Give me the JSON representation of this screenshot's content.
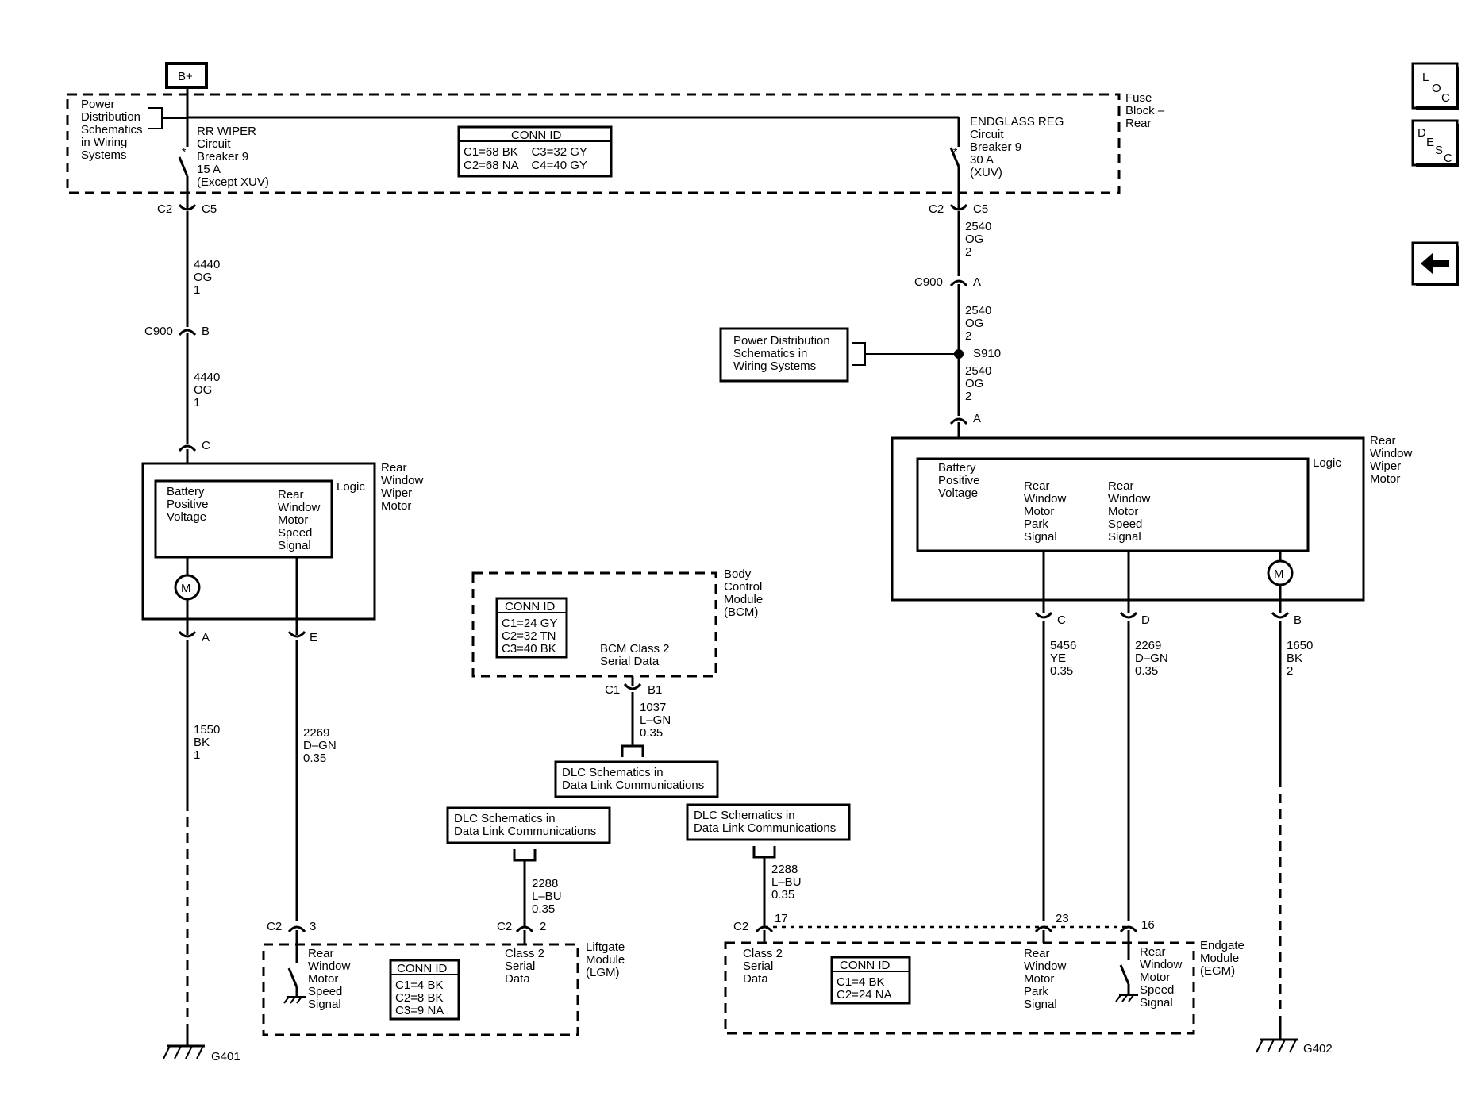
{
  "nav": {
    "loc": [
      "L",
      "O",
      "C"
    ],
    "desc": [
      "D",
      "E",
      "S",
      "C"
    ],
    "back_icon": "left-arrow-icon"
  },
  "supply": "B+",
  "fuse_block": {
    "label": [
      "Fuse",
      "Block –",
      "Rear"
    ],
    "power_dist_ref": [
      "Power",
      "Distribution",
      "Schematics",
      "in Wiring",
      "Systems"
    ],
    "conn_id": {
      "title": "CONN ID",
      "rows": [
        "C1=68 BK    C3=32 GY",
        "C2=68 NA    C4=40 GY"
      ]
    },
    "breaker_left": [
      "RR WIPER",
      "Circuit",
      "Breaker 9",
      "15 A",
      "(Except XUV)"
    ],
    "breaker_right": [
      "ENDGLASS REG",
      "Circuit",
      "Breaker 9",
      "30 A",
      "(XUV)"
    ]
  },
  "left_branch": {
    "c2": "C2",
    "c5": "C5",
    "wire_4440_a": [
      "4440",
      "OG",
      "1"
    ],
    "c900": "C900",
    "pin_b": "B",
    "wire_4440_b": [
      "4440",
      "OG",
      "1"
    ],
    "pin_c": "C",
    "motor_label": [
      "Rear",
      "Window",
      "Wiper",
      "Motor"
    ],
    "logic": "Logic",
    "battery": [
      "Battery",
      "Positive",
      "Voltage"
    ],
    "speed": [
      "Rear",
      "Window",
      "Motor",
      "Speed",
      "Signal"
    ],
    "motor_symbol": "M",
    "pin_a": "A",
    "pin_e": "E",
    "wire_1550": [
      "1550",
      "BK",
      "1"
    ],
    "wire_2269": [
      "2269",
      "D–GN",
      "0.35"
    ],
    "ground": "G401"
  },
  "bcm": {
    "label": [
      "Body",
      "Control",
      "Module",
      "(BCM)"
    ],
    "conn_id": {
      "title": "CONN ID",
      "rows": [
        "C1=24 GY",
        "C2=32 TN",
        "C3=40 BK"
      ]
    },
    "serial": [
      "BCM Class 2",
      "Serial Data"
    ],
    "c1": "C1",
    "b1": "B1",
    "wire_1037": [
      "1037",
      "L–GN",
      "0.35"
    ],
    "dlc_top": [
      "DLC Schematics in",
      "Data Link Communications"
    ]
  },
  "lgm": {
    "dlc": [
      "DLC Schematics in",
      "Data Link Communications"
    ],
    "wire_2288": [
      "2288",
      "L–BU",
      "0.35"
    ],
    "c2": "C2",
    "pin_3": "3",
    "pin_2": "2",
    "speed": [
      "Rear",
      "Window",
      "Motor",
      "Speed",
      "Signal"
    ],
    "conn_id": {
      "title": "CONN ID",
      "rows": [
        "C1=4 BK",
        "C2=8 BK",
        "C3=9 NA"
      ]
    },
    "serial": [
      "Class 2",
      "Serial",
      "Data"
    ],
    "label": [
      "Liftgate",
      "Module",
      "(LGM)"
    ]
  },
  "right_branch": {
    "c2": "C2",
    "c5": "C5",
    "wire_2540_a": [
      "2540",
      "OG",
      "2"
    ],
    "c900": "C900",
    "pin_a": "A",
    "power_dist_ref": [
      "Power Distribution",
      "Schematics in",
      "Wiring Systems"
    ],
    "splice": "S910",
    "wire_2540_b": [
      "2540",
      "OG",
      "2"
    ],
    "wire_2540_c": [
      "2540",
      "OG",
      "2"
    ],
    "pin_a2": "A",
    "motor_label": [
      "Rear",
      "Window",
      "Wiper",
      "Motor"
    ],
    "logic": "Logic",
    "battery": [
      "Battery",
      "Positive",
      "Voltage"
    ],
    "park": [
      "Rear",
      "Window",
      "Motor",
      "Park",
      "Signal"
    ],
    "speed": [
      "Rear",
      "Window",
      "Motor",
      "Speed",
      "Signal"
    ],
    "motor_symbol": "M",
    "pin_c": "C",
    "pin_d": "D",
    "pin_b": "B",
    "wire_5456": [
      "5456",
      "YE",
      "0.35"
    ],
    "wire_2269": [
      "2269",
      "D–GN",
      "0.35"
    ],
    "wire_1650": [
      "1650",
      "BK",
      "2"
    ],
    "ground": "G402"
  },
  "egm": {
    "dlc": [
      "DLC Schematics in",
      "Data Link Communications"
    ],
    "wire_2288": [
      "2288",
      "L–BU",
      "0.35"
    ],
    "c2": "C2",
    "pin_17": "17",
    "pin_23": "23",
    "pin_16": "16",
    "serial": [
      "Class 2",
      "Serial",
      "Data"
    ],
    "conn_id": {
      "title": "CONN ID",
      "rows": [
        "C1=4 BK",
        "C2=24 NA"
      ]
    },
    "park": [
      "Rear",
      "Window",
      "Motor",
      "Park",
      "Signal"
    ],
    "speed": [
      "Rear",
      "Window",
      "Motor",
      "Speed",
      "Signal"
    ],
    "label": [
      "Endgate",
      "Module",
      "(EGM)"
    ]
  }
}
